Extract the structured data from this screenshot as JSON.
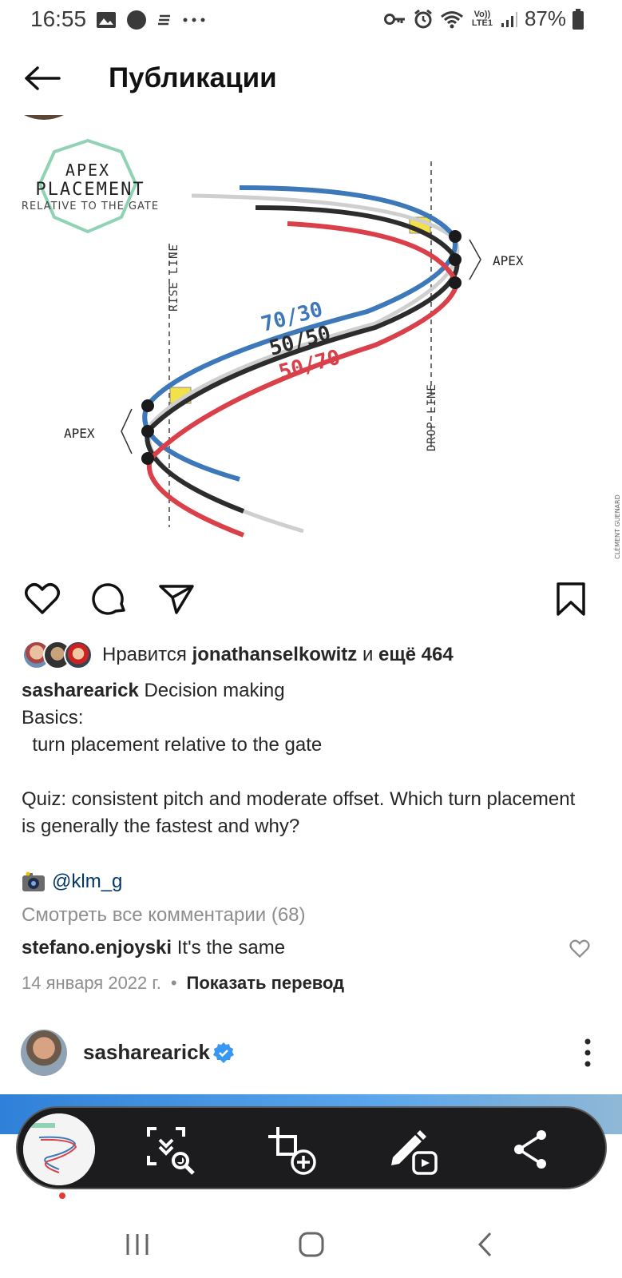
{
  "status_bar": {
    "time": "16:55",
    "battery": "87%",
    "network": "Vo)) LTE1",
    "icons": [
      "image-icon",
      "circle-icon",
      "notes-icon",
      "more-dots-icon",
      "key-icon",
      "alarm-icon",
      "wifi-icon",
      "signal-icon",
      "battery-icon"
    ]
  },
  "header": {
    "title": "Публикации",
    "back_icon": "arrow-left-icon"
  },
  "post_image": {
    "logo_line1": "APEX",
    "logo_line2": "PLACEMENT",
    "logo_line3": "RELATIVE TO THE GATE",
    "rise_line": "RISE LINE",
    "drop_line": "DROP LINE",
    "apex_right": "APEX",
    "apex_left": "APEX",
    "label_blue": "70/30",
    "label_black": "50/50",
    "label_red": "50/70",
    "credit": "CLÉMENT GUENARD",
    "colors": {
      "blue": "#3d78b8",
      "black": "#2c2c2c",
      "red": "#d9404a",
      "logo": "#8fd3b4"
    }
  },
  "actions": {
    "like_icon": "heart-icon",
    "comment_icon": "comment-icon",
    "share_icon": "send-icon",
    "save_icon": "bookmark-icon"
  },
  "likes": {
    "prefix": "Нравится",
    "user": "jonathanselkowitz",
    "middle": "и",
    "others": "ещё 464"
  },
  "caption": {
    "username": "sasharearick",
    "line1": "Decision making",
    "line2": "Basics:",
    "line3": "  turn placement relative to the gate",
    "line4": "",
    "line5": "Quiz: consistent pitch and moderate offset. Which turn placement is generally the fastest and why?",
    "mention": "@klm_g",
    "camera_icon": "camera-emoji-icon"
  },
  "comments": {
    "view_all": "Смотреть все комментарии (68)",
    "first_user": "stefano.enjoyski",
    "first_text": "It's the same"
  },
  "meta": {
    "date": "14 января 2022 г.",
    "separator": "•",
    "translate": "Показать перевод"
  },
  "next_post": {
    "username": "sasharearick",
    "verified": true
  },
  "screenshot_toolbar": {
    "tools": [
      "scan-icon",
      "crop-icon",
      "draw-icon",
      "share-icon"
    ]
  },
  "navbar": {
    "recent_icon": "recent-apps-icon",
    "home_icon": "home-icon",
    "back_icon": "back-chevron-icon"
  }
}
